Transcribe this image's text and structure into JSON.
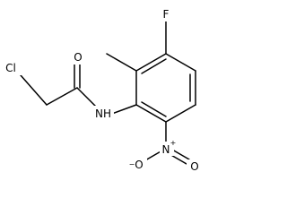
{
  "molecule": {
    "atoms": {
      "fluorine": "F",
      "chlorine": "Cl",
      "carbonyl_oxygen": "O",
      "amide_nitrogen": "NH",
      "nitro_nitrogen": "N",
      "nitro_oxygen_top": "O",
      "nitro_oxygen_bottom": "O"
    },
    "charges": {
      "nitro_nitrogen": "+",
      "nitro_oxygen_top": "−"
    }
  }
}
